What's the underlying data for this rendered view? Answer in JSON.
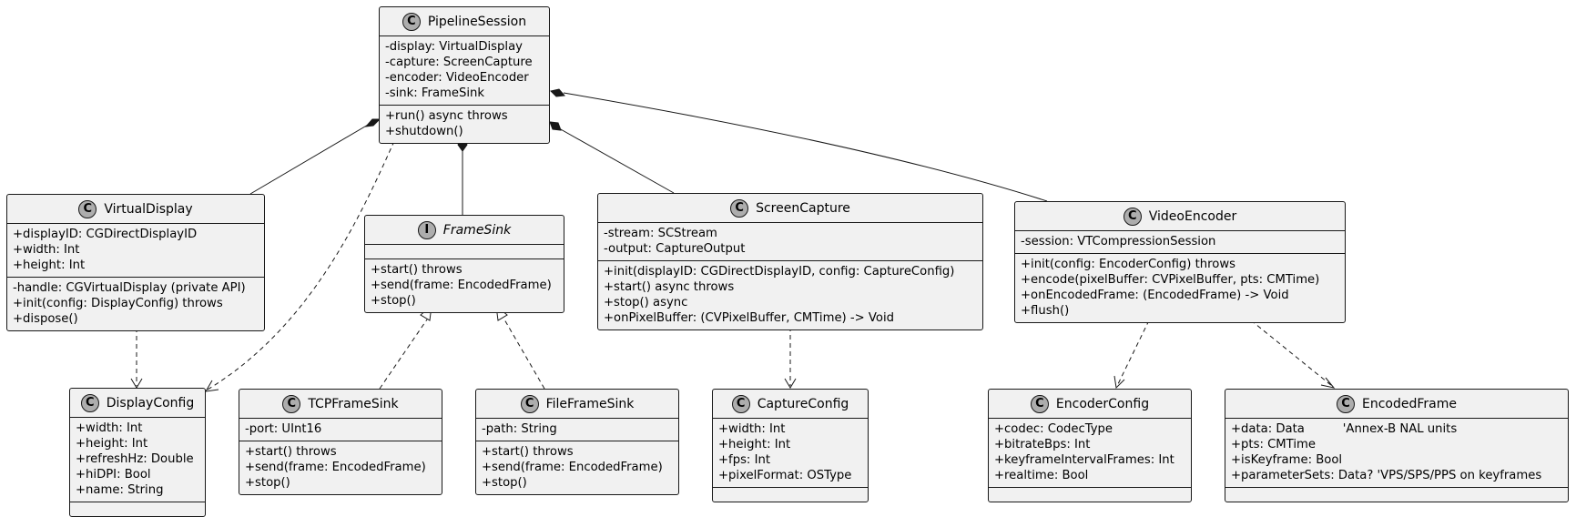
{
  "diagram": {
    "classes": [
      {
        "id": "pipeline-session",
        "name": "PipelineSession",
        "kind_glyph": "C",
        "attributes": [
          "-display: VirtualDisplay",
          "-capture: ScreenCapture",
          "-encoder: VideoEncoder",
          "-sink: FrameSink"
        ],
        "methods": [
          "+run() async throws",
          "+shutdown()"
        ]
      },
      {
        "id": "virtual-display",
        "name": "VirtualDisplay",
        "kind_glyph": "C",
        "attributes": [
          "+displayID: CGDirectDisplayID",
          "+width: Int",
          "+height: Int"
        ],
        "methods": [
          "-handle: CGVirtualDisplay (private API)",
          "+init(config: DisplayConfig) throws",
          "+dispose()"
        ]
      },
      {
        "id": "frame-sink",
        "name": "FrameSink",
        "kind_glyph": "I",
        "attributes": [],
        "methods": [
          "+start() throws",
          "+send(frame: EncodedFrame)",
          "+stop()"
        ]
      },
      {
        "id": "screen-capture",
        "name": "ScreenCapture",
        "kind_glyph": "C",
        "attributes": [
          "-stream: SCStream",
          "-output: CaptureOutput"
        ],
        "methods": [
          "+init(displayID: CGDirectDisplayID, config: CaptureConfig)",
          "+start() async throws",
          "+stop() async",
          "+onPixelBuffer: (CVPixelBuffer, CMTime) -> Void"
        ]
      },
      {
        "id": "video-encoder",
        "name": "VideoEncoder",
        "kind_glyph": "C",
        "attributes": [
          "-session: VTCompressionSession"
        ],
        "methods": [
          "+init(config: EncoderConfig) throws",
          "+encode(pixelBuffer: CVPixelBuffer, pts: CMTime)",
          "+onEncodedFrame: (EncodedFrame) -> Void",
          "+flush()"
        ]
      },
      {
        "id": "display-config",
        "name": "DisplayConfig",
        "kind_glyph": "C",
        "attributes": [
          "+width: Int",
          "+height: Int",
          "+refreshHz: Double",
          "+hiDPI: Bool",
          "+name: String"
        ],
        "methods": []
      },
      {
        "id": "tcp-frame-sink",
        "name": "TCPFrameSink",
        "kind_glyph": "C",
        "attributes": [
          "-port: UInt16"
        ],
        "methods": [
          "+start() throws",
          "+send(frame: EncodedFrame)",
          "+stop()"
        ]
      },
      {
        "id": "file-frame-sink",
        "name": "FileFrameSink",
        "kind_glyph": "C",
        "attributes": [
          "-path: String"
        ],
        "methods": [
          "+start() throws",
          "+send(frame: EncodedFrame)",
          "+stop()"
        ]
      },
      {
        "id": "capture-config",
        "name": "CaptureConfig",
        "kind_glyph": "C",
        "attributes": [
          "+width: Int",
          "+height: Int",
          "+fps: Int",
          "+pixelFormat: OSType"
        ],
        "methods": []
      },
      {
        "id": "encoder-config",
        "name": "EncoderConfig",
        "kind_glyph": "C",
        "attributes": [
          "+codec: CodecType",
          "+bitrateBps: Int",
          "+keyframeIntervalFrames: Int",
          "+realtime: Bool"
        ],
        "methods": []
      },
      {
        "id": "encoded-frame",
        "name": "EncodedFrame",
        "kind_glyph": "C",
        "attributes": [
          "+data: Data          'Annex-B NAL units",
          "+pts: CMTime",
          "+isKeyframe: Bool",
          "+parameterSets: Data? 'VPS/SPS/PPS on keyframes"
        ],
        "methods": []
      }
    ],
    "relations": [
      {
        "from": "pipeline-session",
        "to": "virtual-display",
        "type": "composition"
      },
      {
        "from": "pipeline-session",
        "to": "frame-sink",
        "type": "composition"
      },
      {
        "from": "pipeline-session",
        "to": "screen-capture",
        "type": "composition"
      },
      {
        "from": "pipeline-session",
        "to": "video-encoder",
        "type": "composition"
      },
      {
        "from": "pipeline-session",
        "to": "display-config",
        "type": "dependency"
      },
      {
        "from": "virtual-display",
        "to": "display-config",
        "type": "dependency"
      },
      {
        "from": "tcp-frame-sink",
        "to": "frame-sink",
        "type": "realization"
      },
      {
        "from": "file-frame-sink",
        "to": "frame-sink",
        "type": "realization"
      },
      {
        "from": "screen-capture",
        "to": "capture-config",
        "type": "dependency"
      },
      {
        "from": "video-encoder",
        "to": "encoder-config",
        "type": "dependency"
      },
      {
        "from": "video-encoder",
        "to": "encoded-frame",
        "type": "dependency"
      }
    ],
    "colors": {
      "box_fill": "#f1f1f1",
      "border": "#181818",
      "badge_fill": "#adadad",
      "text": "#000000"
    }
  }
}
